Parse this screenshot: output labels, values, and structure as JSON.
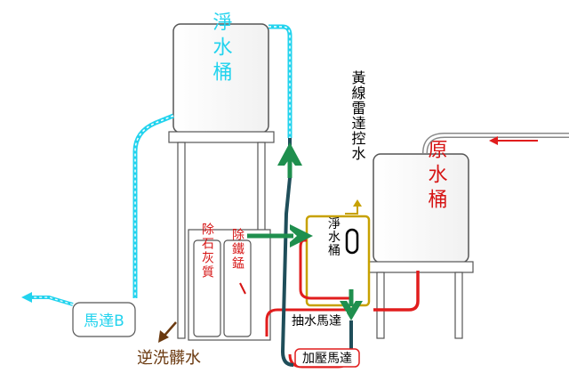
{
  "labels": {
    "clean_tank": "淨水桶",
    "raw_tank": "原水桶",
    "small_tank": "淨水桶",
    "radar_note": "黃線雷達控水",
    "filter_stone": "除石灰質",
    "filter_iron": "除鐵錳",
    "motor_b": "馬達B",
    "backwash": "逆洗髒水",
    "pump_draw": "抽水馬達",
    "pump_boost": "加壓馬達"
  },
  "colors": {
    "clean_water": "#22d3ee",
    "raw_water": "#e11d1d",
    "flow_arrow": "#1f8f4e",
    "pipe_dark": "#1f4e5a",
    "radar": "#c7a100",
    "text_blue": "#22d3ee",
    "text_red": "#d61414",
    "text_brown": "#6b3a10"
  }
}
